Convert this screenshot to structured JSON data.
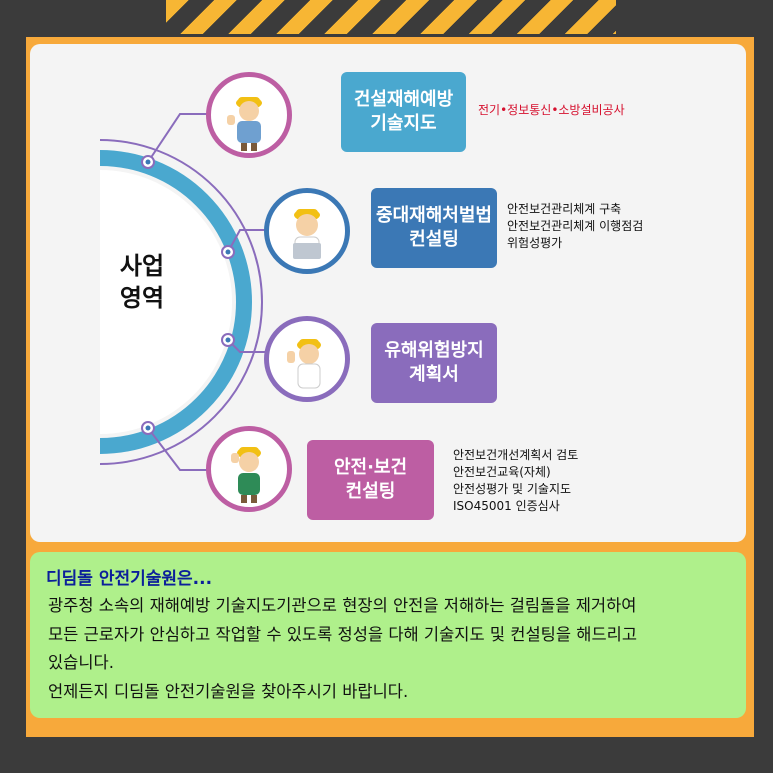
{
  "center": {
    "line1": "사업",
    "line2": "영역"
  },
  "items": [
    {
      "title_line1": "건설재해예방",
      "title_line2": "기술지도",
      "color": "#4aa8cf",
      "desc": [
        "전기•정보통신•소방설비공사"
      ],
      "desc_color": "#d6102e",
      "icon": "worker-thumbs-up-icon"
    },
    {
      "title_line1": "중대재해처벌법",
      "title_line2": "컨설팅",
      "color": "#3b78b5",
      "desc": [
        "안전보건관리체계 구축",
        "안전보건관리체계 이행점검",
        "위험성평가"
      ],
      "icon": "worker-laptop-icon"
    },
    {
      "title_line1": "유해위험방지",
      "title_line2": "계획서",
      "color": "#8a6cbc",
      "desc": [],
      "icon": "worker-waving-icon"
    },
    {
      "title_line1": "안전·보건",
      "title_line2": "컨설팅",
      "color": "#bd5ea3",
      "desc": [
        "안전보건개선계획서 검토",
        "안전보건교육(자체)",
        "안전성평가 및 기술지도",
        "ISO45001 인증심사"
      ],
      "icon": "worker-salute-icon"
    }
  ],
  "info": {
    "title": "디딤돌 안전기술원은...",
    "lines": [
      "광주청 소속의 재해예방 기술지도기관으로 현장의 안전을 저해하는 걸림돌을 제거하여",
      "모든 근로자가 안심하고 작업할 수 있도록 정성을 다해 기술지도 및 컨설팅을 해드리고",
      "있습니다.",
      "언제든지 디딤돌 안전기술원을 찾아주시기 바랍니다."
    ]
  },
  "colors": {
    "hazard_yellow": "#f7b634",
    "frame_orange": "#f7a93b",
    "background": "#3b3b3b",
    "info_green": "#aff08b",
    "ring_blue": "#4aa8cf"
  }
}
